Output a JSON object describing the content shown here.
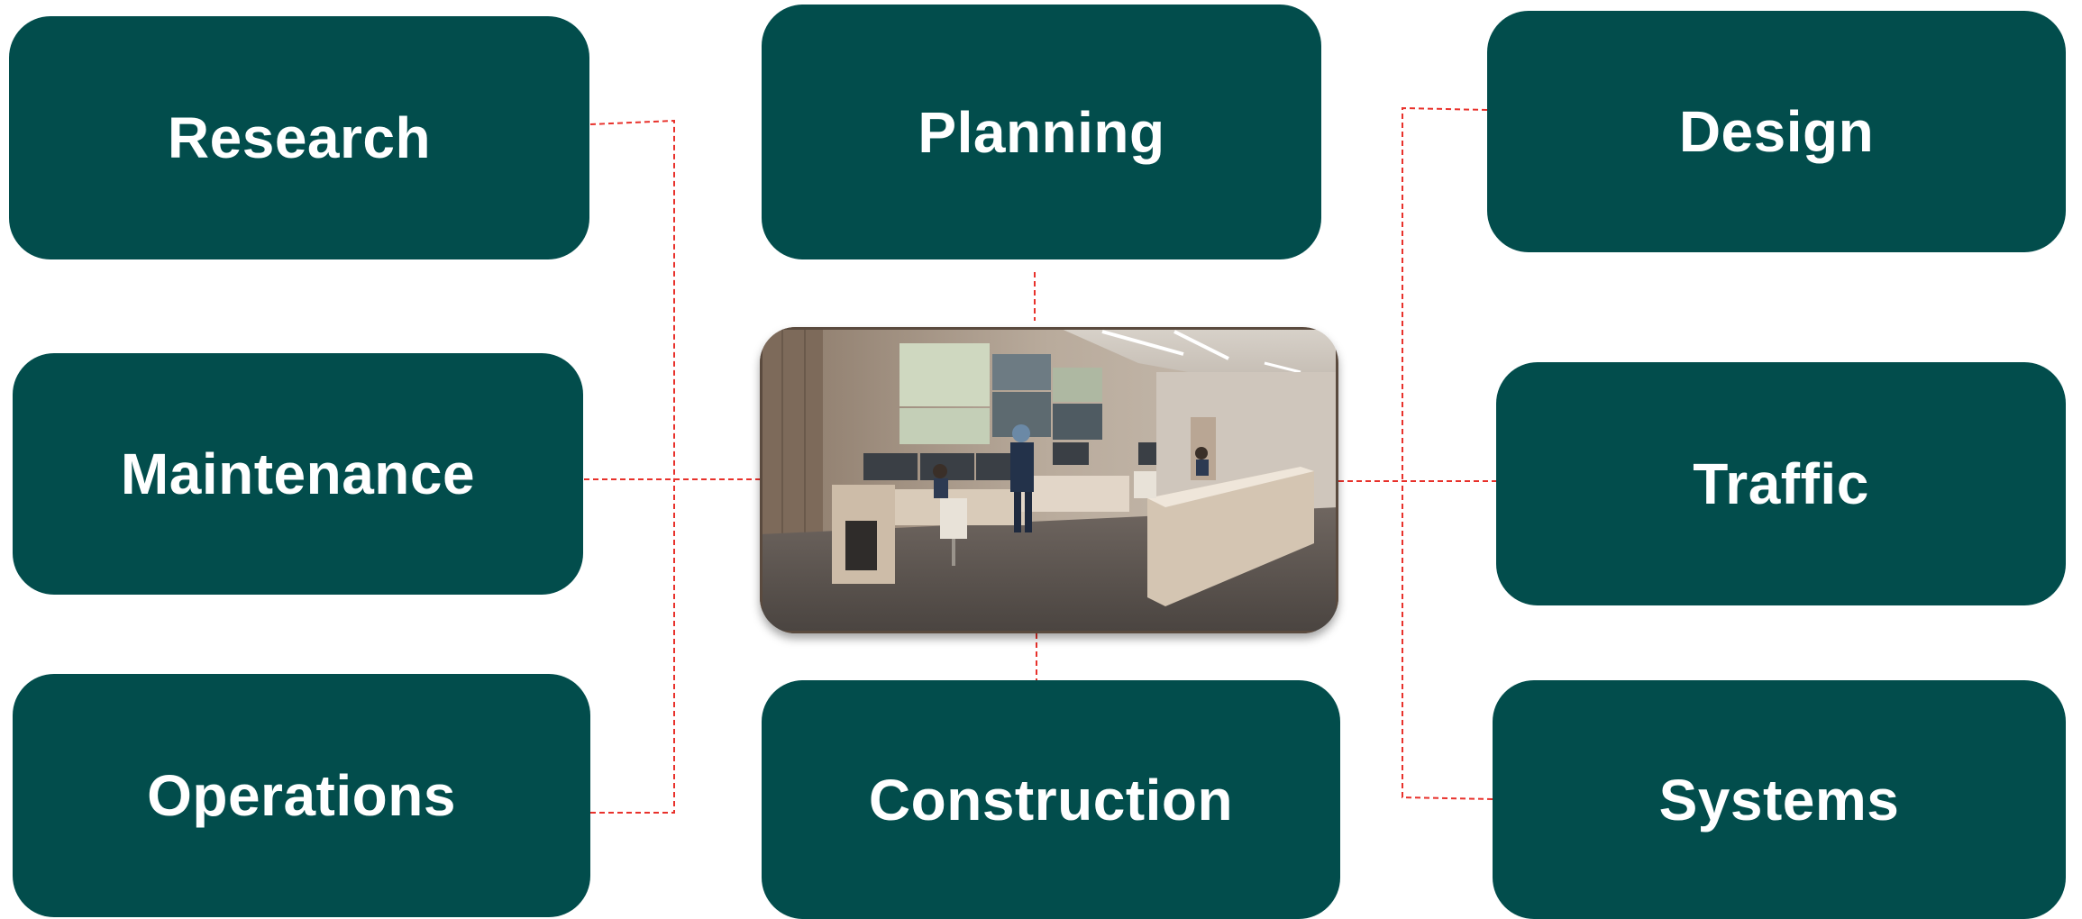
{
  "nodes": {
    "research": "Research",
    "planning": "Planning",
    "design": "Design",
    "maintenance": "Maintenance",
    "traffic": "Traffic",
    "operations": "Operations",
    "construction": "Construction",
    "systems": "Systems"
  },
  "colors": {
    "box_fill": "#024d4c",
    "label_text": "#ffffff",
    "connector": "#e8312b"
  },
  "center_image": {
    "subject": "traffic operations control center rendering with video wall, consoles and operators"
  }
}
